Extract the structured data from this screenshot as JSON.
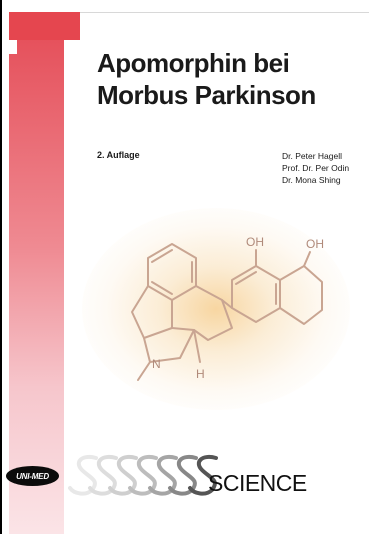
{
  "cover": {
    "title_line1": "Apomorphin bei",
    "title_line2": "Morbus Parkinson",
    "edition": "2. Auflage",
    "authors": [
      "Dr. Peter Hagell",
      "Prof. Dr. Per Odin",
      "Dr. Mona Shing"
    ],
    "molecule_labels": {
      "oh_left": "OH",
      "oh_right": "OH",
      "nitrogen": "N",
      "hydrogen": "H"
    },
    "publisher_logo_text": "UNI-MED",
    "series_name": "SCIENCE"
  },
  "colors": {
    "accent_red": "#e5464f",
    "molecule_line": "#c9a592",
    "glow": "#f5c882"
  }
}
